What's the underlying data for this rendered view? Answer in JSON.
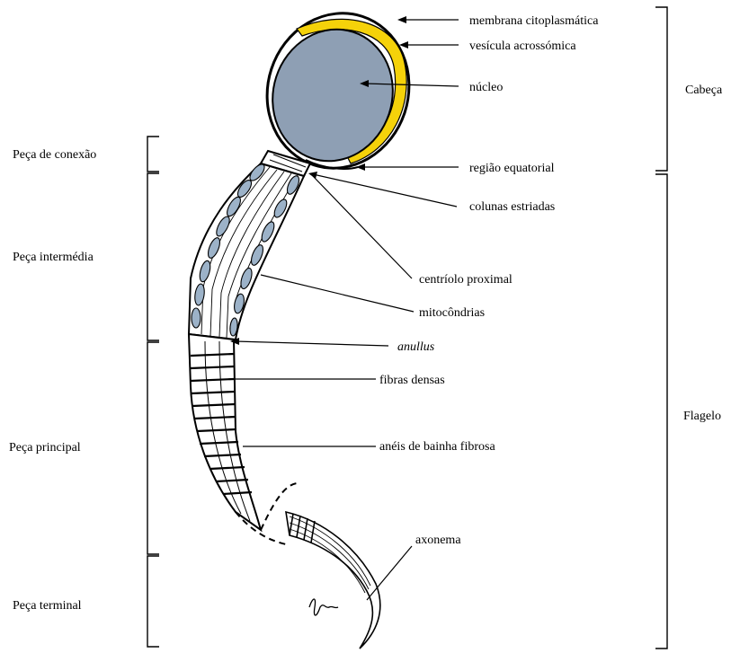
{
  "colors": {
    "nucleus": "#8e9fb4",
    "acrosome": "#f5d20a",
    "mitochondria": "#9cb2c8",
    "outline": "#000000",
    "background": "#ffffff"
  },
  "labels": {
    "membrana": "membrana  citoplasmática",
    "vesicula": "vesícula  acrossómica",
    "nucleo": "núcleo",
    "regiao": "região  equatorial",
    "colunas": "colunas  estriadas",
    "centriolo": "centríolo  proximal",
    "mitocondrias": "mitocôndrias",
    "anullus": "anullus",
    "fibras": "fibras  densas",
    "aneis": "anéis  de  bainha  fibrosa",
    "axonema": "axonema"
  },
  "regions_left": {
    "conexao": "Peça de conexão",
    "intermedia": "Peça intermédia",
    "principal": "Peça principal",
    "terminal": "Peça terminal"
  },
  "regions_right": {
    "cabeca": "Cabeça",
    "flagelo": "Flagelo"
  }
}
